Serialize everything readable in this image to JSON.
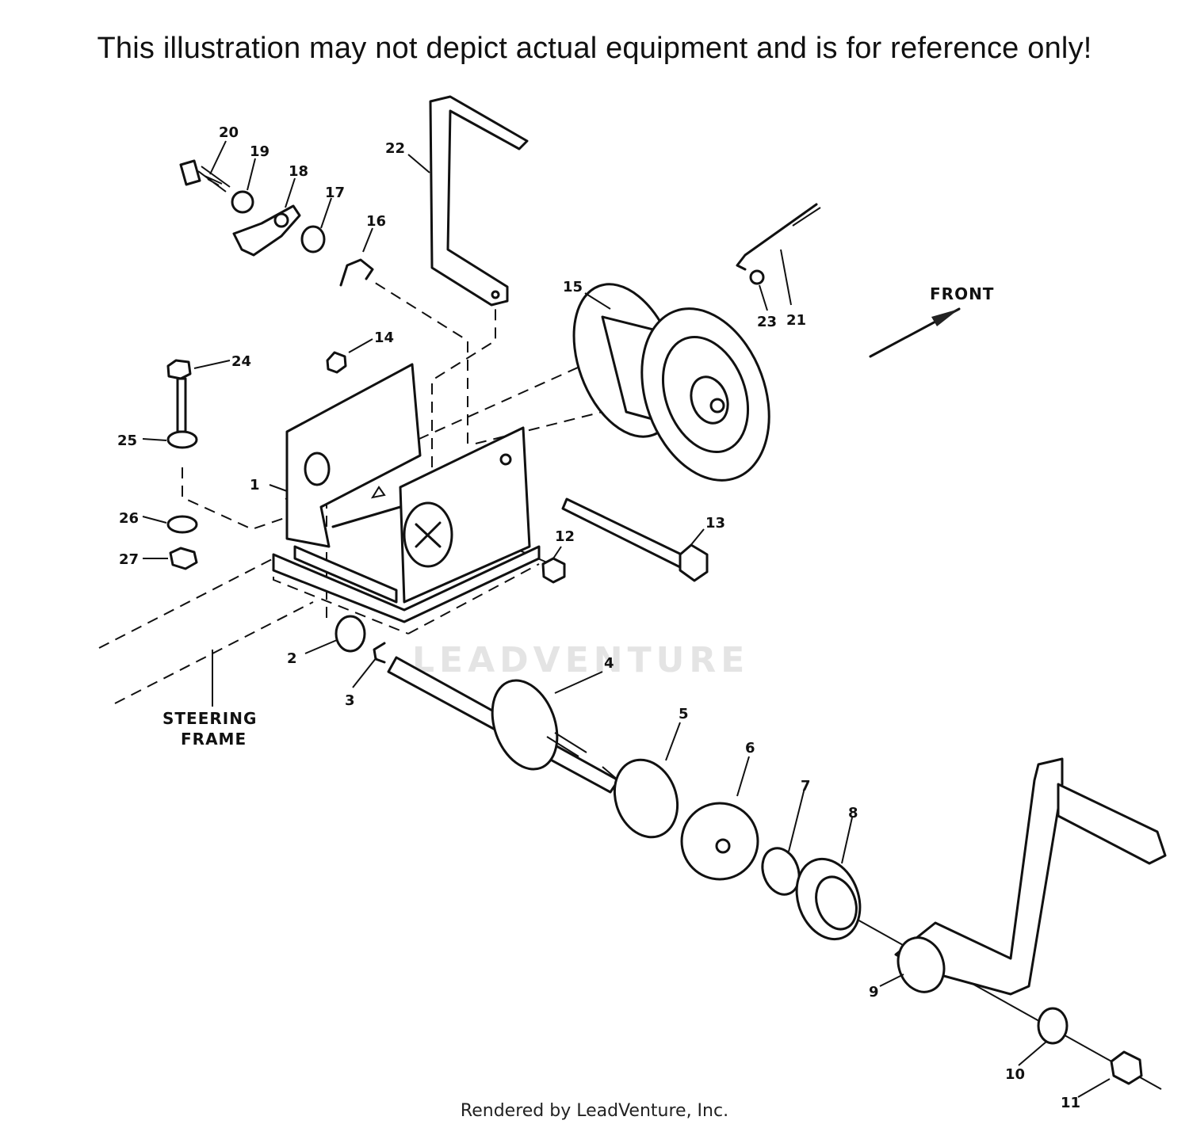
{
  "header": {
    "disclaimer": "This illustration may not depict actual equipment and is for reference only!"
  },
  "footer": {
    "rendered_by": "Rendered by LeadVenture, Inc."
  },
  "watermark": {
    "text": "LEADVENTURE"
  },
  "captions": {
    "front": "FRONT",
    "steering_line1": "STEERING",
    "steering_line2": "FRAME"
  },
  "callouts": [
    "1",
    "2",
    "3",
    "4",
    "5",
    "6",
    "7",
    "8",
    "9",
    "10",
    "11",
    "12",
    "13",
    "14",
    "15",
    "16",
    "17",
    "18",
    "19",
    "20",
    "21",
    "22",
    "23",
    "24",
    "25",
    "26",
    "27"
  ]
}
